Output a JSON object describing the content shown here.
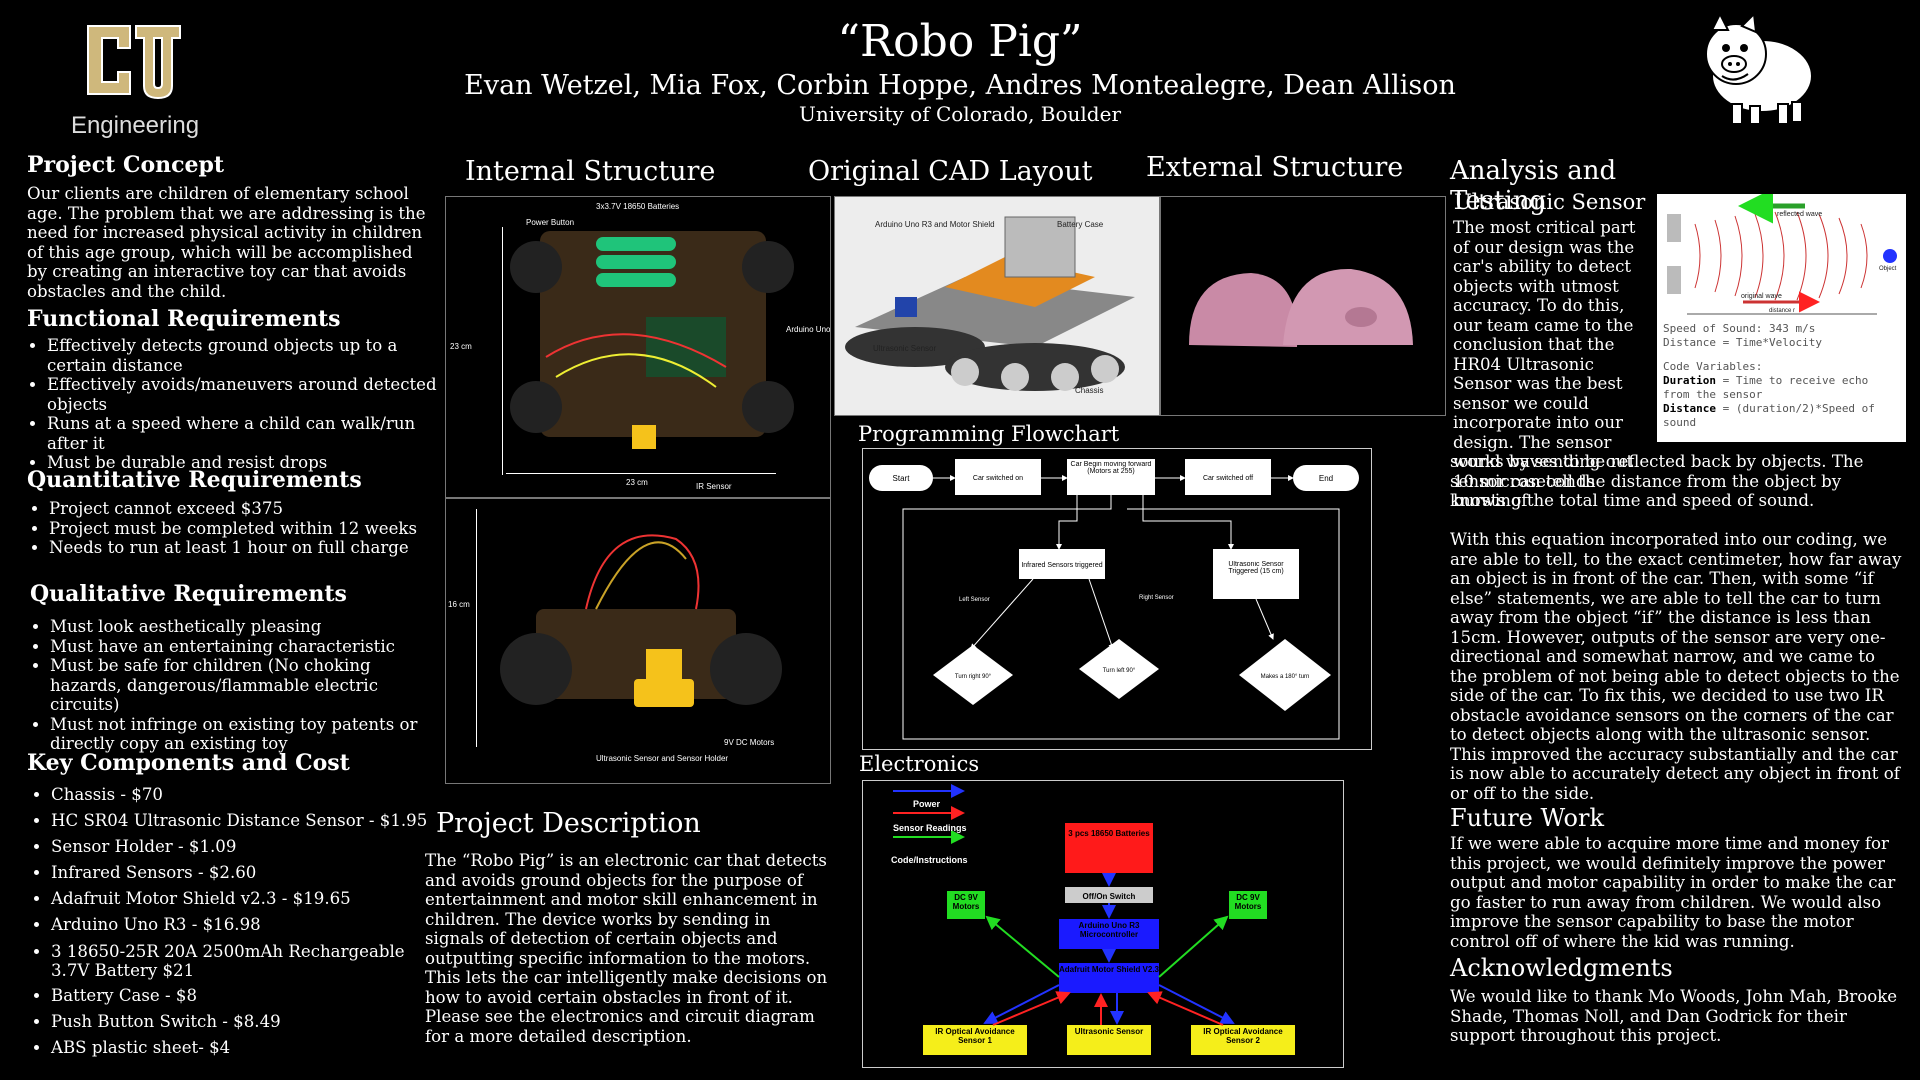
{
  "header": {
    "logo_text": "Engineering",
    "title": "“Robo Pig”",
    "authors": "Evan Wetzel, Mia Fox, Corbin Hoppe, Andres Montealegre, Dean Allison",
    "affiliation": "University of Colorado, Boulder"
  },
  "concept": {
    "heading": "Project Concept",
    "text": "Our clients are children of elementary school age. The problem that we are addressing is the need for increased physical activity in children of this age group, which will be accomplished by creating an interactive toy car that avoids obstacles and the child."
  },
  "functional": {
    "heading": "Functional Requirements",
    "items": [
      "Effectively detects ground objects up to a certain distance",
      "Effectively avoids/maneuvers around detected objects",
      "Runs at a speed where a child can walk/run after it",
      "Must be durable and resist drops"
    ]
  },
  "quantitative": {
    "heading": "Quantitative Requirements",
    "items": [
      "Project cannot exceed $375",
      "Project must be completed within 12 weeks",
      "Needs to run at least 1 hour on full charge"
    ]
  },
  "qualitative": {
    "heading": "Qualitative Requirements",
    "items": [
      "Must look aesthetically pleasing",
      "Must have an entertaining characteristic",
      "Must be safe for children (No choking hazards, dangerous/flammable electric circuits)",
      "Must not infringe on existing toy patents or directly copy an existing toy"
    ]
  },
  "components": {
    "heading": "Key Components and Cost",
    "items": [
      "Chassis - $70",
      "HC SR04 Ultrasonic Distance Sensor - $1.95",
      "Sensor Holder - $1.09",
      "Infrared Sensors - $2.60",
      "Adafruit Motor Shield v2.3 - $19.65",
      "Arduino Uno R3 - $16.98",
      "3 18650-25R 20A 2500mAh Rechargeable 3.7V Battery $21",
      "Battery Case - $8",
      "Push Button Switch - $8.49",
      "ABS plastic sheet- $4"
    ]
  },
  "internal": {
    "heading": "Internal Structure",
    "top_labels": {
      "batteries": "3x3.7V 18650 Batteries",
      "power": "Power Button",
      "arduino": "Arduino Uno and Motor Shield",
      "ir": "IR Sensor",
      "dim_v": "23 cm",
      "dim_h": "23 cm"
    },
    "bottom_labels": {
      "dim_v": "16 cm",
      "ultra": "Ultrasonic Sensor and Sensor Holder",
      "motors": "9V DC Motors"
    }
  },
  "cad": {
    "heading": "Original CAD Layout",
    "labels": {
      "arduino": "Arduino Uno R3 and Motor Shield",
      "battery": "Battery Case",
      "ultra": "Ultrasonic Sensor",
      "chassis": "Chassis"
    }
  },
  "external": {
    "heading": "External Structure"
  },
  "flowchart": {
    "heading": "Programming Flowchart",
    "nodes": {
      "start": "Start",
      "on": "Car switched on",
      "forward": "Car Begin moving forward (Motors at 255)",
      "off": "Car switched off",
      "end": "End",
      "infrared": "Infrared Sensors triggered",
      "ultra": "Ultrasonic Sensor Triggered (15 cm)",
      "left_sensor": "Left Sensor",
      "right_sensor": "Right Sensor",
      "turn_right": "Turn right 90°",
      "turn_left": "Turn left 90°",
      "turn_180": "Makes a 180° turn"
    }
  },
  "electronics": {
    "heading": "Electronics",
    "legend": [
      "Power",
      "Sensor Readings",
      "Code/Instructions"
    ],
    "colors": {
      "power": "#2233ff",
      "sensor": "#ff2222",
      "code": "#22dd22"
    },
    "blocks": {
      "batteries": "3 pcs 18650 Batteries",
      "switch": "Off/On Switch",
      "arduino": "Arduino Uno R3 Microcontroller",
      "shield": "Adafruit Motor Shield V2.3",
      "motor_l": "DC 9V Motors",
      "motor_r": "DC 9V Motors",
      "ir1": "IR Optical Avoidance Sensor 1",
      "ultra": "Ultrasonic Sensor",
      "ir2": "IR Optical Avoidance Sensor 2"
    }
  },
  "description": {
    "heading": "Project Description",
    "text": "The “Robo Pig” is an electronic car that detects and avoids ground objects for the purpose of entertainment and motor skill enhancement in children. The device works by sending in signals of detection of certain objects and outputting specific information to the motors. This lets the car intelligently make decisions on how to avoid certain obstacles in front of it. Please see the electronics and circuit diagram for a more detailed description."
  },
  "analysis": {
    "heading": "Analysis and Testing",
    "subheading": "Ultrasonic Sensor",
    "text_narrow": "The most critical part of our design was the car's ability to detect objects with utmost accuracy. To do this, our team came to the conclusion that the HR04 Ultrasonic Sensor was the best sensor we could incorporate into our design. The sensor works by sending out 10 microseconds bursts of",
    "text_wide": "sound waves to be reflected back by objects. The sensor can tell the distance from the object by knowing the total time and speed of sound.",
    "text_para2": "With this equation incorporated into our coding, we are able to tell, to the exact centimeter, how far away an object is in front of the car. Then, with some “if else” statements, we are able to tell the car to turn away from the object “if” the distance is less than 15cm. However, outputs of the sensor are very one-directional and somewhat narrow, and we came to the problem of not being able to detect objects to the side of the car. To fix this, we decided to use two IR obstacle avoidance sensors on the corners of the car to detect objects along with the ultrasonic sensor. This improved the accuracy substantially and the car is now able to accurately detect any object in front of or off to the side.",
    "diagram": {
      "reflected": "reflected wave",
      "original": "original wave",
      "distance": "distance r",
      "object": "Object",
      "speed_line": "Speed of Sound: 343 m/s",
      "distance_line": "Distance = Time*Velocity",
      "code_vars": "Code Variables:",
      "duration_key": "Duration",
      "duration_val": " = Time to receive echo from the sensor",
      "distance_key": "Distance",
      "distance_val": " = (duration/2)*Speed of sound"
    }
  },
  "future": {
    "heading": "Future Work",
    "text": "If we were able to acquire more time and money for this project, we would definitely improve the power output and motor capability in order to make the car go faster to run away from children. We would also improve the sensor capability to base the motor control off of where the kid was running."
  },
  "ack": {
    "heading": "Acknowledgments",
    "text": "We would like to thank Mo Woods, John Mah, Brooke Shade, Thomas Noll, and Dan Godrick for their support throughout this project."
  }
}
